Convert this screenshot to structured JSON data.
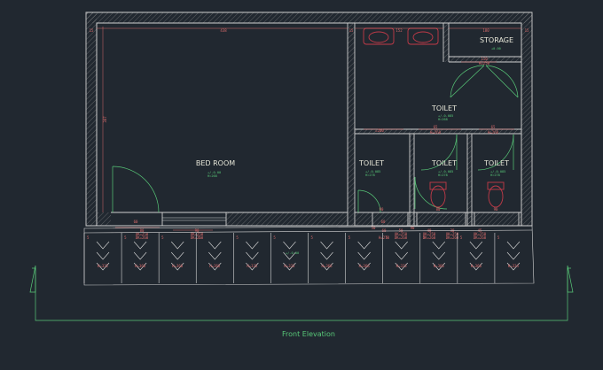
{
  "rooms": {
    "bedroom": {
      "name": "BED ROOM",
      "level_main": "+/-0.00",
      "level_sub": "H=268"
    },
    "storage": {
      "name": "STORAGE",
      "level_main": "+0.00"
    },
    "toilet_main": {
      "name": "TOILET",
      "level_main": "+/-0.085",
      "level_sub": "H=268"
    },
    "toilet_left": {
      "name": "TOILET",
      "level_main": "+/-0.085",
      "level_sub": "H=278"
    },
    "toilet_mid": {
      "name": "TOILET",
      "level_main": "+/-0.085",
      "level_sub": "H=278"
    },
    "toilet_right": {
      "name": "TOILET",
      "level_main": "+/-0.085",
      "level_sub": "H=278"
    }
  },
  "dimensions": {
    "top_bedroom": "438",
    "top_toilet": "152",
    "top_storage": "180",
    "top_edge_left": "15",
    "top_edge_mid": "15",
    "top_edge_right": "15",
    "left_height": "387",
    "storage_door_w": "110",
    "storage_door_h": "H=250",
    "toilet_partition": "=260",
    "mid_top_a": "65",
    "mid_top_b": "65",
    "mid_sub_a": "H=260",
    "mid_sub_b": "H=260",
    "bottom_a": "60",
    "bottom_b": "90",
    "bottom_c": "80",
    "bottom_d": "60",
    "bottom_e": "90",
    "bottom_f": "90",
    "bottom_g": "50"
  },
  "openings": [
    {
      "w": "80",
      "uk": "UK=250",
      "dk": "DK=260"
    },
    {
      "w": "90",
      "uk": "UK=250",
      "dk": "DK=260"
    },
    {
      "w": "60",
      "uk": "",
      "dk": "H=270"
    },
    {
      "w": "50",
      "uk": "UK=250",
      "dk": "DK=260"
    },
    {
      "w": "40",
      "uk": "UK=250",
      "dk": "DK=260"
    },
    {
      "w": "30",
      "uk": "UK=250",
      "dk": "DK=260"
    },
    {
      "w": "45",
      "uk": "UK=250",
      "dk": "DK=260"
    }
  ],
  "terrace": {
    "level": "+/-0.00",
    "bay_labels": [
      "H=332",
      "H=366",
      "H=366",
      "H=366",
      "H=332",
      "H=333",
      "H=366",
      "H=366",
      "H=333",
      "H=366",
      "H=366",
      "H=334"
    ],
    "top_numbers": [
      "5",
      "5",
      "5",
      "5",
      "5",
      "5",
      "5",
      "5",
      "5",
      "5",
      "5",
      "5"
    ]
  },
  "section_label": "Front Elevation",
  "colors": {
    "background": "#212830",
    "wall": "#cfcfcf",
    "dimension": "#d86a6a",
    "level_marker": "#58c878",
    "fixture": "#c23a48"
  }
}
